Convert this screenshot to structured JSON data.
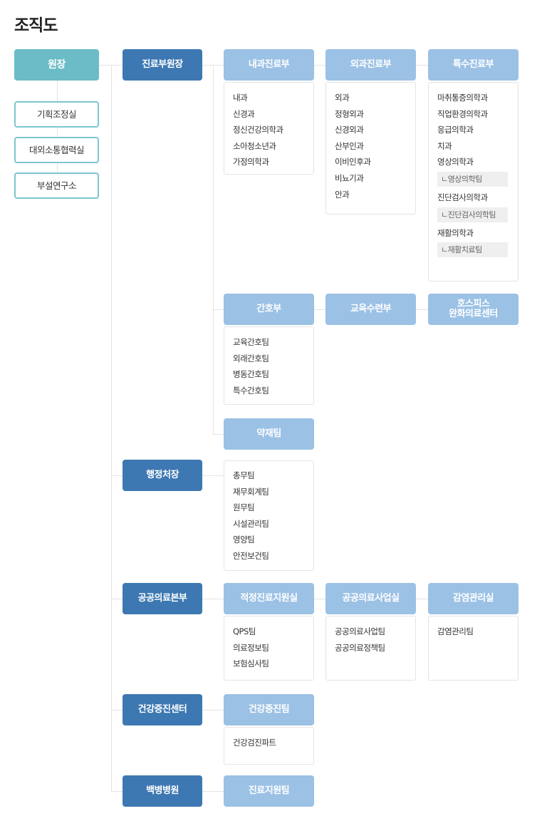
{
  "page_title": "조직도",
  "colors": {
    "director": "#6bbcc6",
    "division_head": "#3d78b2",
    "department": "#9bc1e5",
    "staff_office_border": "#7cc6cf",
    "sub_team_bg": "#efefef",
    "connector": "#e3e3e3"
  },
  "director": {
    "label": "원장",
    "staff_offices": [
      "기획조정실",
      "대외소통협력실",
      "부설연구소"
    ]
  },
  "divisions": {
    "medical": {
      "label": "진료부원장",
      "internal": {
        "label": "내과진료부",
        "items": [
          "내과",
          "신경과",
          "정신건강의학과",
          "소아청소년과",
          "가정의학과"
        ]
      },
      "surgical": {
        "label": "외과진료부",
        "items": [
          "외과",
          "정형외과",
          "신경외과",
          "산부인과",
          "이비인후과",
          "비뇨기과",
          "안과"
        ]
      },
      "special": {
        "label": "특수진료부",
        "items": [
          "마취통증의학과",
          "직업환경의학과",
          "응급의학과",
          "치과",
          "영상의학과",
          "ㄴ영상의학팀",
          "진단검사의학과",
          "ㄴ진단검사의학팀",
          "재활의학과",
          "ㄴ재활치료팀"
        ]
      },
      "nursing": {
        "label": "간호부",
        "items": [
          "교육간호팀",
          "외래간호팀",
          "병동간호팀",
          "특수간호팀"
        ]
      },
      "education": {
        "label": "교육수련부"
      },
      "hospice": {
        "label_line1": "호스피스",
        "label_line2": "완화의료센터"
      },
      "pharmacy": {
        "label": "약재팀"
      }
    },
    "admin": {
      "label": "행정처장",
      "items": [
        "총무팀",
        "재무회계팀",
        "원무팀",
        "시설관리팀",
        "영양팀",
        "안전보건팀"
      ]
    },
    "public": {
      "label": "공공의료본부",
      "appropriate_care": {
        "label": "적정진료지원실",
        "items": [
          "QPS팀",
          "의료정보팀",
          "보험심사팀"
        ]
      },
      "public_project": {
        "label": "공공의료사업실",
        "items": [
          "공공의료사업팀",
          "공공의료정책팀"
        ]
      },
      "infection": {
        "label": "감염관리실",
        "items": [
          "감염관리팀"
        ]
      }
    },
    "health": {
      "label": "건강증진센터",
      "team": {
        "label": "건강증진팀",
        "items": [
          "건강검진파트"
        ]
      }
    },
    "baekbyeong": {
      "label": "백병병원",
      "team": {
        "label": "진료지원팀"
      }
    }
  }
}
